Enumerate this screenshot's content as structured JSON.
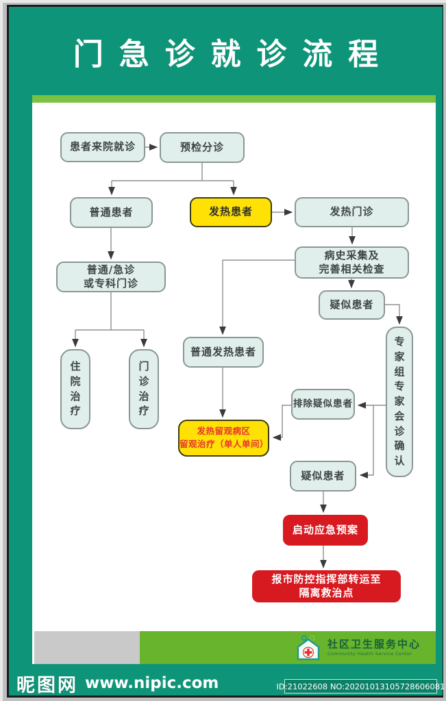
{
  "poster": {
    "title": "门急诊就诊流程",
    "footer": {
      "org_cn": "社区卫生服务中心",
      "org_en": "Community Health Service Center",
      "logo_icon": "house-with-medical-cross-and-people"
    },
    "colors": {
      "teal_background": "#0e9478",
      "header_stripe_green": "#7bc241",
      "footer_bar_green": "#68b42d",
      "footer_gray": "#c9c9c9",
      "node_fill": "#e0efec",
      "node_border": "#8a9695",
      "highlight_yellow": "#ffe105",
      "alert_red": "#d71920",
      "yellow_box_text_red": "#e5332d",
      "connector_gray": "#8f8f8f"
    }
  },
  "flowchart": {
    "nodes": [
      {
        "id": "arrive",
        "label": "患者来院就诊",
        "style": "normal"
      },
      {
        "id": "pre-triage",
        "label": "预检分诊",
        "style": "normal"
      },
      {
        "id": "normal-patient",
        "label": "普通患者",
        "style": "normal"
      },
      {
        "id": "fever-patient",
        "label": "发热患者",
        "style": "yellow"
      },
      {
        "id": "fever-clinic",
        "label": "发热门诊",
        "style": "normal"
      },
      {
        "id": "history-collection",
        "label": "病史采集及\n完善相关检查",
        "style": "normal"
      },
      {
        "id": "suspected-initial",
        "label": "疑似患者",
        "style": "normal"
      },
      {
        "id": "general-outpatient",
        "label": "普通/急诊\n或专科门诊",
        "style": "normal"
      },
      {
        "id": "inpatient-treatment",
        "label": "住院治疗",
        "style": "normal-vertical"
      },
      {
        "id": "outpatient-treatment",
        "label": "门诊治疗",
        "style": "normal-vertical"
      },
      {
        "id": "common-fever-patient",
        "label": "普通发热患者",
        "style": "normal"
      },
      {
        "id": "expert-consultation",
        "label": "专家组专家会诊确认",
        "style": "normal-vertical"
      },
      {
        "id": "excluded-suspected",
        "label": "排除疑似患者",
        "style": "normal"
      },
      {
        "id": "fever-observation",
        "label": "发热留观病区\n留观治疗（单人单间）",
        "style": "yellow-red-text"
      },
      {
        "id": "suspected-confirmed",
        "label": "疑似患者",
        "style": "normal"
      },
      {
        "id": "emergency-plan",
        "label": "启动应急预案",
        "style": "red"
      },
      {
        "id": "transfer-isolation",
        "label": "报市防控指挥部转运至\n隔离救治点",
        "style": "red"
      }
    ],
    "edges": [
      {
        "from": "arrive",
        "to": "pre-triage"
      },
      {
        "from": "pre-triage",
        "to": "normal-patient"
      },
      {
        "from": "pre-triage",
        "to": "fever-patient"
      },
      {
        "from": "fever-patient",
        "to": "fever-clinic"
      },
      {
        "from": "fever-clinic",
        "to": "history-collection"
      },
      {
        "from": "history-collection",
        "to": "suspected-initial"
      },
      {
        "from": "history-collection",
        "to": "common-fever-patient"
      },
      {
        "from": "normal-patient",
        "to": "general-outpatient"
      },
      {
        "from": "general-outpatient",
        "to": "inpatient-treatment"
      },
      {
        "from": "general-outpatient",
        "to": "outpatient-treatment"
      },
      {
        "from": "common-fever-patient",
        "to": "fever-observation"
      },
      {
        "from": "suspected-initial",
        "to": "expert-consultation"
      },
      {
        "from": "expert-consultation",
        "to": "excluded-suspected"
      },
      {
        "from": "expert-consultation",
        "to": "suspected-confirmed"
      },
      {
        "from": "excluded-suspected",
        "to": "fever-observation"
      },
      {
        "from": "suspected-confirmed",
        "to": "emergency-plan"
      },
      {
        "from": "emergency-plan",
        "to": "transfer-isolation"
      }
    ]
  },
  "watermark": {
    "site_cn": "昵图网",
    "site_url": "www.nipic.com",
    "id_text": "ID:21022608 NO:20201013105728606081"
  }
}
